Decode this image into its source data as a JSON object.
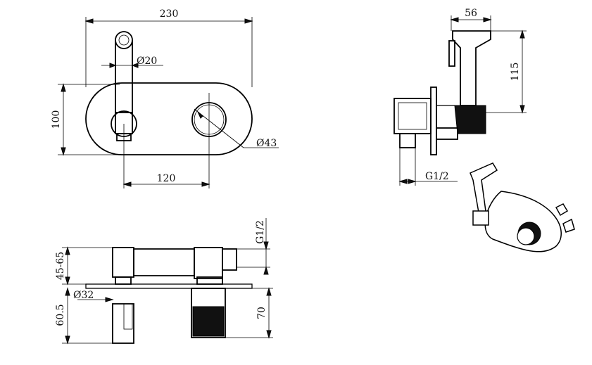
{
  "drawing": {
    "front_view": {
      "width_label": "230",
      "hose_diameter_label": "Ø20",
      "height_label": "100",
      "spacing_label": "120",
      "knob_diameter_label": "Ø43"
    },
    "side_view": {
      "width_label": "56",
      "height_label": "115",
      "thread_label": "G1/2"
    },
    "bottom_view": {
      "thread_label": "G1/2",
      "depth_range_label": "45-65",
      "pipe_diameter_label": "Ø32",
      "lower_depth_label": "60.5",
      "body_depth_label": "70"
    }
  }
}
